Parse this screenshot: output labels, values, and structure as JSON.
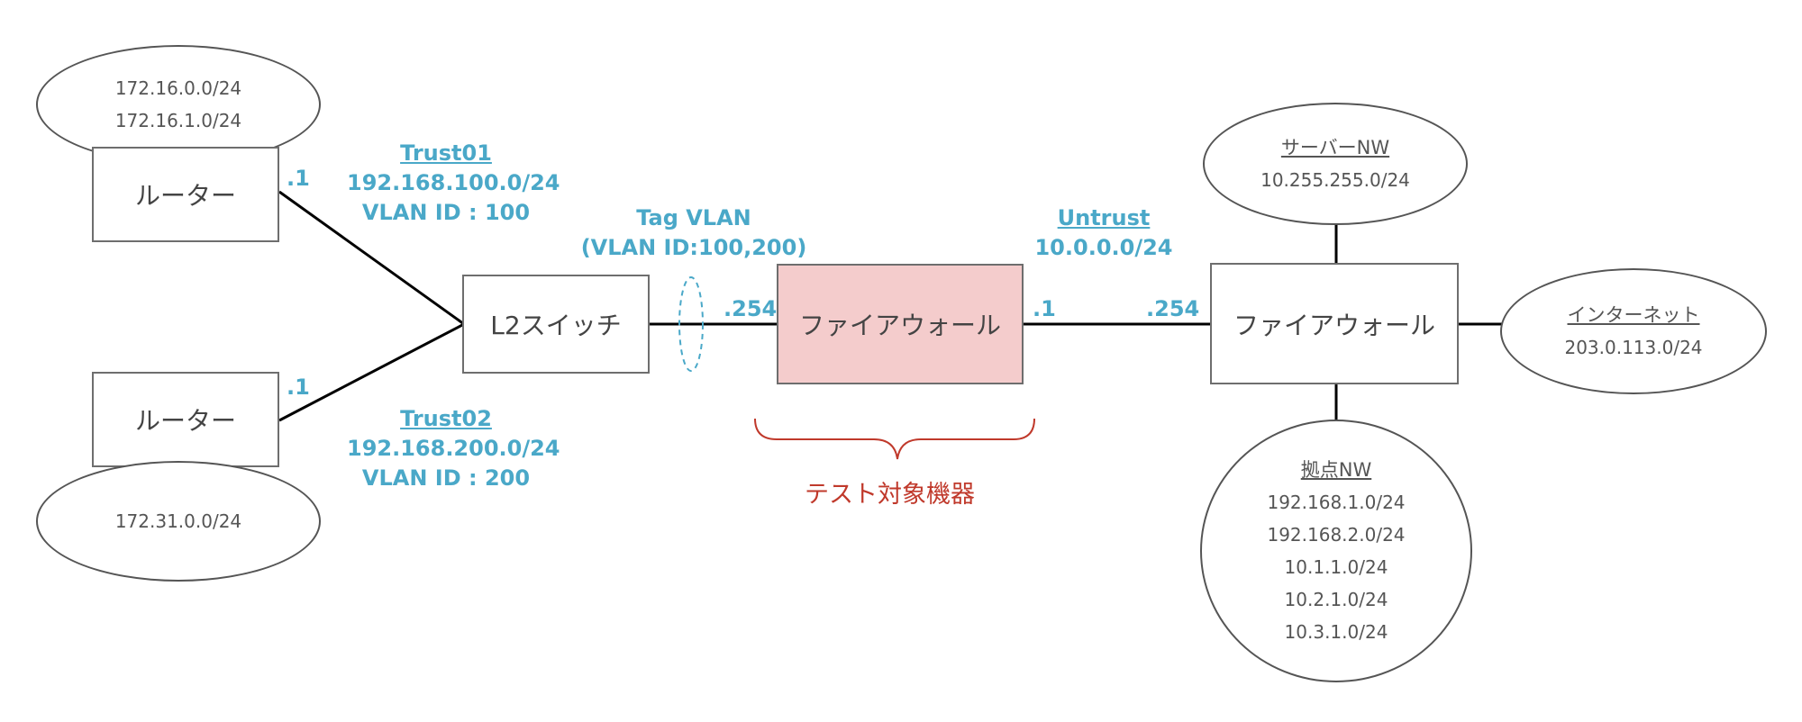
{
  "nodes": {
    "router_top": "ルーター",
    "router_bottom": "ルーター",
    "l2_switch": "L2スイッチ",
    "firewall_target": "ファイアウォール",
    "firewall_right": "ファイアウォール"
  },
  "networks": {
    "top_left": [
      "172.16.0.0/24",
      "172.16.1.0/24"
    ],
    "bottom_left": [
      "172.31.0.0/24"
    ],
    "server": {
      "title": "サーバーNW",
      "items": [
        "10.255.255.0/24"
      ]
    },
    "internet": {
      "title": "インターネット",
      "items": [
        "203.0.113.0/24"
      ]
    },
    "branch": {
      "title": "拠点NW",
      "items": [
        "192.168.1.0/24",
        "192.168.2.0/24",
        "10.1.1.0/24",
        "10.2.1.0/24",
        "10.3.1.0/24"
      ]
    }
  },
  "links": {
    "trust01": {
      "name": "Trust01",
      "subnet": "192.168.100.0/24",
      "vlan": "VLAN ID : 100"
    },
    "trust02": {
      "name": "Trust02",
      "subnet": "192.168.200.0/24",
      "vlan": "VLAN ID : 200"
    },
    "tag_vlan": {
      "name": "Tag VLAN",
      "detail": "(VLAN ID:100,200)"
    },
    "untrust": {
      "name": "Untrust",
      "subnet": "10.0.0.0/24"
    }
  },
  "interfaces": {
    "router_top": ".1",
    "router_bottom": ".1",
    "fw_target_left": ".254",
    "fw_target_right": ".1",
    "fw_right_left": ".254"
  },
  "annotation": {
    "test_target": "テスト対象機器"
  },
  "colors": {
    "link_label": "#4aa8c8",
    "target_fill": "#f4cccc",
    "annotation": "#c0392b"
  }
}
